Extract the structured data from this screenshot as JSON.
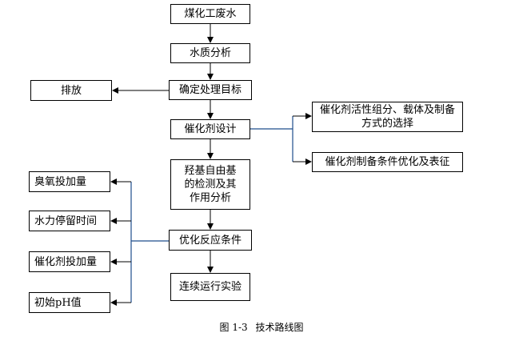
{
  "flow": {
    "coal_wastewater": "煤化工废水",
    "water_quality": "水质分析",
    "treatment_target": "确定处理目标",
    "discharge": "排放",
    "catalyst_design": "催化剂设计",
    "catalyst_components": "催化剂活性组分、载体及制备方式的选择",
    "catalyst_optimization": "催化剂制备条件优化及表征",
    "hydroxyl_radical": "羟基自由基的检测及其作用分析",
    "optimize_conditions": "优化反应条件",
    "continuous_run": "连续运行实验",
    "ozone_dose": "臭氧投加量",
    "retention_time": "水力停留时间",
    "catalyst_dose": "催化剂投加量",
    "initial_ph": "初始pH值"
  },
  "caption": {
    "label": "图 1-3",
    "title": "技术路线图"
  },
  "colors": {
    "connector_blue": "#1f4e8c",
    "arrow_black": "#000000"
  }
}
